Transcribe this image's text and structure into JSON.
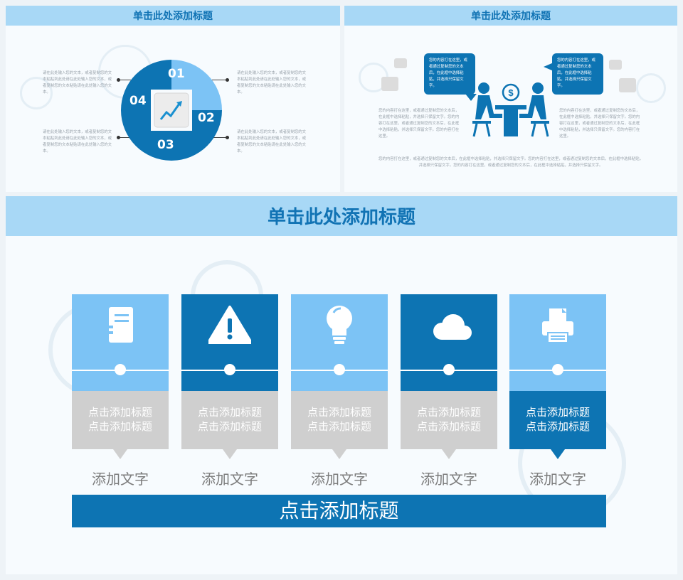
{
  "slide1": {
    "title": "单击此处添加标题",
    "segments": [
      "01",
      "02",
      "03",
      "04"
    ],
    "texts": {
      "top_left": "请在此处输入您的文本，或者复制您的文本粘贴到此处请在此处输入您的文本，或者复制您的文本粘贴请在此处输入您的文本。",
      "top_right": "请在此处输入您的文本，或者复制您的文本粘贴到此处请在此处输入您的文本，或者复制您的文本粘贴请在此处输入您的文本。",
      "bottom_left": "请在此处输入您的文本，或者复制您的文本粘贴到此处请在此处输入您的文本，或者复制您的文本粘贴请在此处输入您的文本。",
      "bottom_right": "请在此处输入您的文本，或者复制您的文本粘贴到此处请在此处输入您的文本，或者复制您的文本粘贴请在此处输入您的文本。"
    }
  },
  "slide2": {
    "title": "单击此处添加标题",
    "bubble_left": "您的内容打在这里，或者通过复制您的文本后，在此框中选择粘贴，并选择只保留文字。",
    "bubble_right": "您的内容打在这里，或者通过复制您的文本后，在此框中选择粘贴，并选择只保留文字。",
    "text_left": "您的内容打在这里，或者通过复制您的文本后，在此框中选择粘贴，并选择只保留文字。您的内容打在这里，或者通过复制您的文本后，在此框中选择粘贴，并选择只保留文字。您的内容打在这里。",
    "text_right": "您的内容打在这里，或者通过复制您的文本后，在此框中选择粘贴，并选择只保留文字。您的内容打在这里，或者通过复制您的文本后，在此框中选择粘贴，并选择只保留文字。您的内容打在这里。",
    "text_bottom": "您的内容打在这里，或者通过复制您的文本后，在此框中选择粘贴，并选择只保留文字。您的内容打在这里，或者通过复制您的文本后，在此框中选择粘贴，并选择只保留文字。您的内容打在这里，或者通过复制您的文本后，在此框中选择粘贴，并选择只保留文字。"
  },
  "slide3": {
    "title": "单击此处添加标题",
    "cards": [
      {
        "icon": "document-icon",
        "caption": "点击添加标题\n点击添加标题",
        "sub": "添加文字",
        "top_color": "#7cc3f5",
        "highlight": false
      },
      {
        "icon": "warning-icon",
        "caption": "点击添加标题\n点击添加标题",
        "sub": "添加文字",
        "top_color": "#0d74b3",
        "highlight": false
      },
      {
        "icon": "lightbulb-icon",
        "caption": "点击添加标题\n点击添加标题",
        "sub": "添加文字",
        "top_color": "#7cc3f5",
        "highlight": false
      },
      {
        "icon": "cloud-icon",
        "caption": "点击添加标题\n点击添加标题",
        "sub": "添加文字",
        "top_color": "#0d74b3",
        "highlight": false
      },
      {
        "icon": "printer-icon",
        "caption": "点击添加标题\n点击添加标题",
        "sub": "添加文字",
        "top_color": "#7cc3f5",
        "highlight": true
      }
    ],
    "bottom_title": "点击添加标题"
  },
  "colors": {
    "dark_blue": "#0d74b3",
    "light_blue": "#7cc3f5",
    "title_bar": "#a8d8f6",
    "gray": "#cfcfcf"
  }
}
